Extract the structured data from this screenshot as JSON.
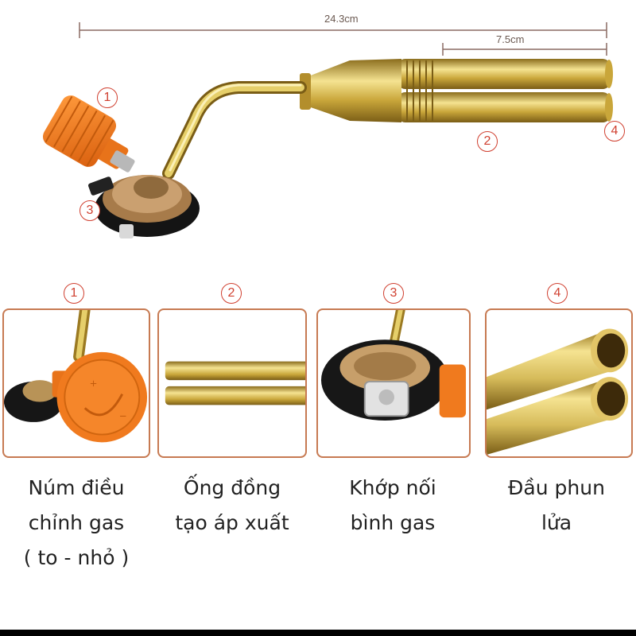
{
  "dimensions": {
    "total_length": "24.3cm",
    "nozzle_length": "7.5cm"
  },
  "markers": {
    "m1": "1",
    "m2": "2",
    "m3": "3",
    "m4": "4"
  },
  "parts": [
    {
      "number": "1",
      "caption_lines": [
        "Núm điều",
        "chỉnh gas",
        "( to - nhỏ )"
      ]
    },
    {
      "number": "2",
      "caption_lines": [
        "Ống đồng",
        "tạo áp xuất"
      ]
    },
    {
      "number": "3",
      "caption_lines": [
        "Khớp nối",
        "bình gas"
      ]
    },
    {
      "number": "4",
      "caption_lines": [
        "Đầu phun",
        "lửa"
      ]
    }
  ],
  "colors": {
    "brass": "#c9a63a",
    "brass_light": "#f2df8a",
    "knob_orange": "#f07a1e",
    "frame": "#c77a52",
    "marker_red": "#d04030"
  },
  "icons": {
    "knob": "orange-gas-knob-icon",
    "pipe": "brass-pipe-icon",
    "connector": "gas-canister-connector-icon",
    "nozzle": "twin-nozzle-icon"
  }
}
